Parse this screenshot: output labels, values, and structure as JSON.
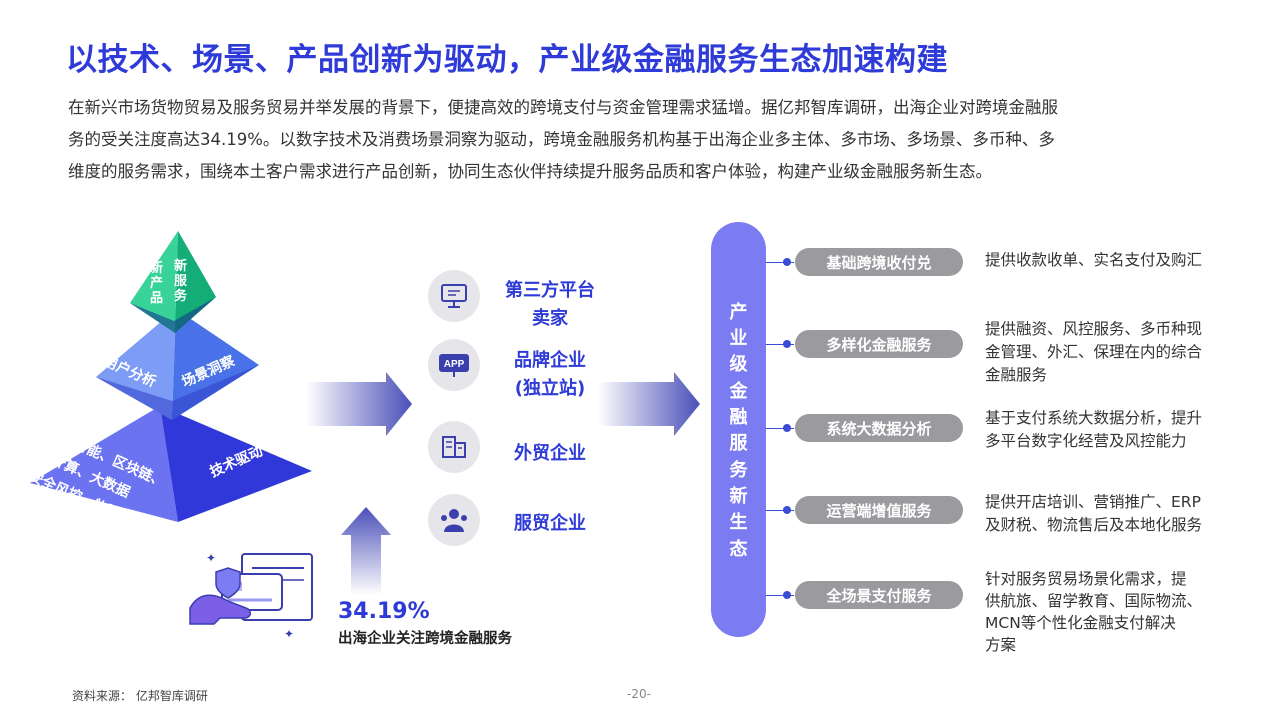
{
  "title": "以技术、场景、产品创新为驱动，产业级金融服务生态加速构建",
  "intro_lines": [
    "在新兴市场货物贸易及服务贸易并举发展的背景下，便捷高效的跨境支付与资金管理需求猛增。据亿邦智库调研，出海企业对跨境金融服",
    "务的受关注度高达34.19%。以数字技术及消费场景洞察为驱动，跨境金融服务机构基于出海企业多主体、多市场、多场景、多币种、多",
    "维度的服务需求，围绕本土客户需求进行产品创新，协同生态伙伴持续提升服务品质和客户体验，构建产业级金融服务新生态。"
  ],
  "pyramid": {
    "top_left": [
      "新",
      "产",
      "品"
    ],
    "top_right": [
      "新",
      "服",
      "务"
    ],
    "mid_left": "用户分析",
    "mid_right": "场景洞察",
    "base_left_lines": [
      "人工智能、区块链、",
      "云计算、大数据",
      "安全风控、物联网"
    ],
    "base_right": "技术驱动",
    "colors": {
      "top": "#1fbf86",
      "mid": "#5b84ee",
      "base": "#3b44df"
    }
  },
  "segments": [
    {
      "label_lines": [
        "第三方平台",
        "卖家"
      ],
      "icon": "monitor-icon"
    },
    {
      "label_lines": [
        "品牌企业",
        "(独立站)"
      ],
      "icon": "app-icon",
      "icon_text": "APP"
    },
    {
      "label_lines": [
        "外贸企业"
      ],
      "icon": "building-icon"
    },
    {
      "label_lines": [
        "服贸企业"
      ],
      "icon": "people-icon"
    }
  ],
  "ecosystem_chars": [
    "产",
    "业",
    "级",
    "金",
    "融",
    "服",
    "务",
    "新",
    "生",
    "态"
  ],
  "services": [
    {
      "name": "基础跨境收付兑",
      "desc_lines": [
        "提供收款收单、实名支付及购汇"
      ]
    },
    {
      "name": "多样化金融服务",
      "desc_lines": [
        "提供融资、风控服务、多币种现",
        "金管理、外汇、保理在内的综合",
        "金融服务"
      ]
    },
    {
      "name": "系统大数据分析",
      "desc_lines": [
        "基于支付系统大数据分析，提升",
        "多平台数字化经营及风控能力"
      ]
    },
    {
      "name": "运营端增值服务",
      "desc_lines": [
        "提供开店培训、营销推广、ERP",
        "及财税、物流售后及本地化服务"
      ]
    },
    {
      "name": "全场景支付服务",
      "desc_lines": [
        "针对服务贸易场景化需求，提",
        "供航旅、留学教育、国际物流、",
        "MCN等个性化金融支付解决",
        "方案"
      ]
    }
  ],
  "stat": {
    "value": "34.19%",
    "label": "出海企业关注跨境金融服务"
  },
  "footer": {
    "source": "资料来源： 亿邦智库调研",
    "page": "-20-"
  },
  "colors": {
    "accent": "#2f3bd8",
    "pill": "#7b7bf2",
    "service_pill": "#9a9a9f"
  }
}
